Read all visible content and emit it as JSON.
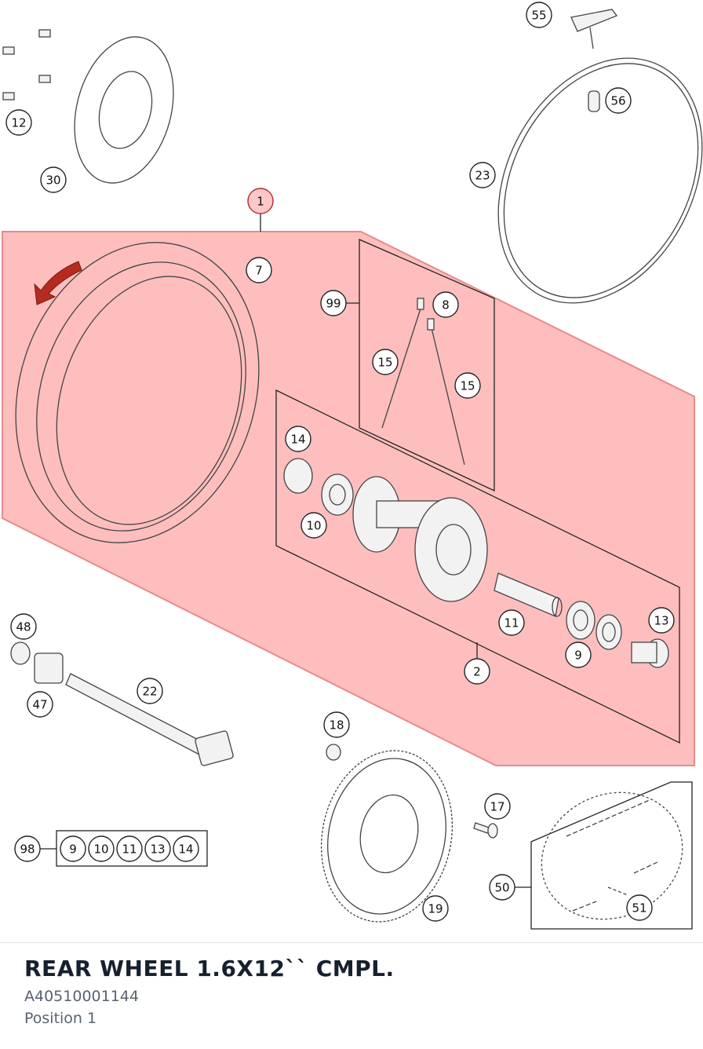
{
  "selection_color": "#ffb3b3",
  "selection_stroke": "#e88a8a",
  "callouts": [
    {
      "id": "1",
      "selected": true
    },
    {
      "id": "2"
    },
    {
      "id": "7"
    },
    {
      "id": "8"
    },
    {
      "id": "9"
    },
    {
      "id": "10"
    },
    {
      "id": "11"
    },
    {
      "id": "12"
    },
    {
      "id": "13"
    },
    {
      "id": "14"
    },
    {
      "id": "15"
    },
    {
      "id": "17"
    },
    {
      "id": "18"
    },
    {
      "id": "19"
    },
    {
      "id": "22"
    },
    {
      "id": "23"
    },
    {
      "id": "30"
    },
    {
      "id": "47"
    },
    {
      "id": "48"
    },
    {
      "id": "50"
    },
    {
      "id": "51"
    },
    {
      "id": "55"
    },
    {
      "id": "56"
    },
    {
      "id": "98"
    },
    {
      "id": "99"
    }
  ],
  "kit_98": [
    "9",
    "10",
    "11",
    "13",
    "14"
  ],
  "footer": {
    "title": "REAR WHEEL 1.6X12`` CMPL.",
    "part_number": "A40510001144",
    "position": "Position 1"
  }
}
